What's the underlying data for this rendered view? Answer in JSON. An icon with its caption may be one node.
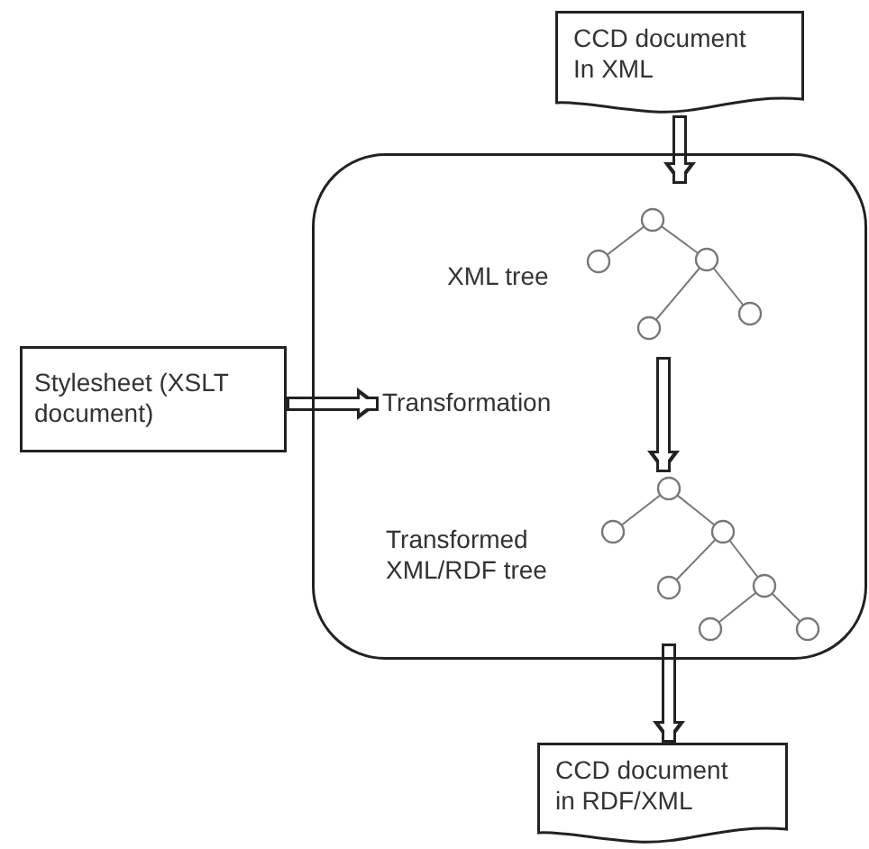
{
  "diagram": {
    "nodes": [
      {
        "text": [
          "CCD document In XML"
        ]
      },
      {
        "text": [],
        "shape": "box"
      },
      {
        "text": [],
        "shape": "picture",
        "in": 1,
        "beside": [
          "XML tree"
        ]
      },
      {
        "text": [
          "Stylesheet (XSLT document)"
        ]
      },
      {
        "text": [
          "Transformation"
        ],
        "in": 1
      },
      {
        "text": [],
        "shape": "picture",
        "in": 1,
        "beside": [
          "Transformed XML/RDF tree"
        ]
      },
      {
        "text": [
          "CCD document in RDF/XML"
        ]
      }
    ],
    "edges": [
      {
        "from": 0,
        "to": 2,
        "arrow": "to"
      },
      {
        "from": 3,
        "to": 4,
        "arrow": "to"
      },
      {
        "from": 2,
        "to": 5,
        "arrow": "to"
      },
      {
        "from": 5,
        "to": 6,
        "arrow": "to"
      }
    ]
  }
}
